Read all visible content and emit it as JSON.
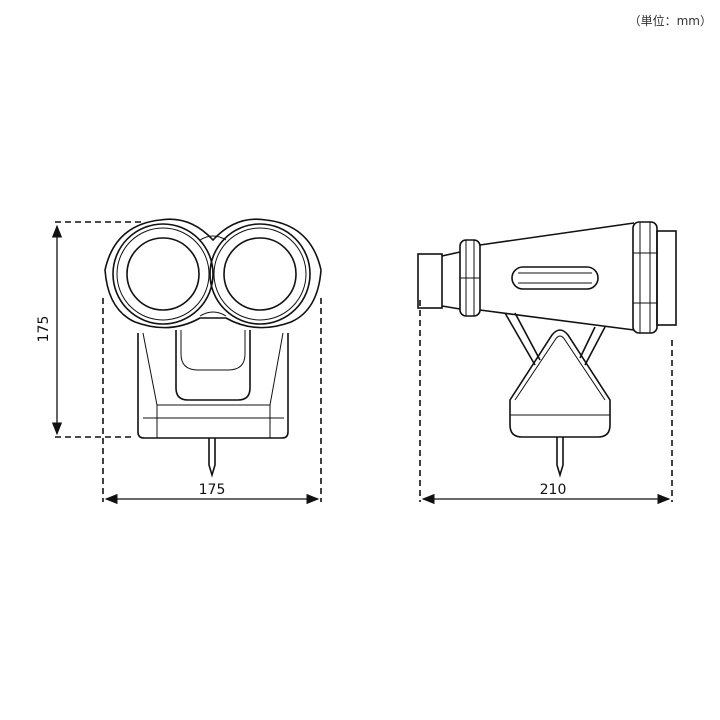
{
  "units_label": "（単位：mm）",
  "front_view": {
    "width_label": "175",
    "height_label": "175"
  },
  "side_view": {
    "width_label": "210"
  }
}
